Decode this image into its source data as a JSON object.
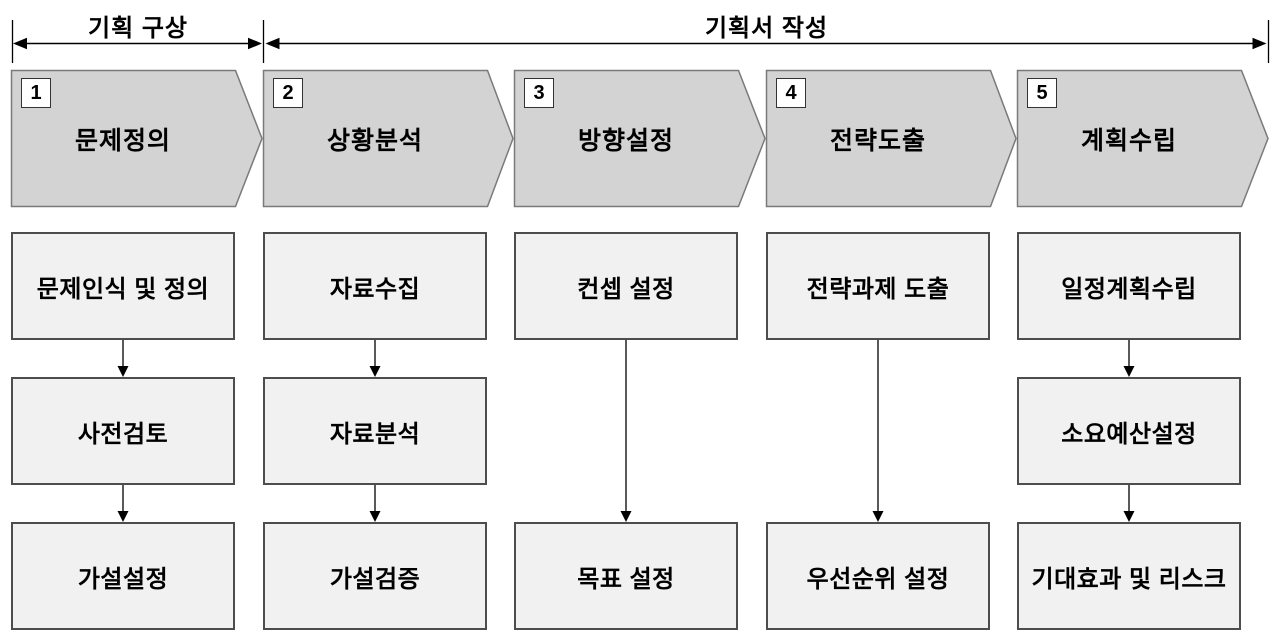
{
  "diagram": {
    "phase_bar": {
      "left_label": "기획 구상",
      "right_label": "기획서 작성"
    },
    "columns": [
      {
        "number": "1",
        "title": "문제정의",
        "task1": "문제인식 및 정의",
        "task2": "사전검토",
        "task3": "가설설정"
      },
      {
        "number": "2",
        "title": "상황분석",
        "task1": "자료수집",
        "task2": "자료분석",
        "task3": "가설검증"
      },
      {
        "number": "3",
        "title": "방향설정",
        "task1": "컨셉 설정",
        "task3": "목표 설정"
      },
      {
        "number": "4",
        "title": "전략도출",
        "task1": "전략과제 도출",
        "task3": "우선순위 설정"
      },
      {
        "number": "5",
        "title": "계획수립",
        "task1": "일정계획수립",
        "task2": "소요예산설정",
        "task3": "기대효과 및 리스크"
      }
    ],
    "colors": {
      "chevron_fill": "#d3d3d3",
      "chevron_border": "#7a7a7a",
      "task_box_fill": "#f1f1f1",
      "task_box_border": "#4d4d4d",
      "badge_fill": "#ffffff",
      "line_color": "#000000",
      "text_color": "#000000"
    }
  }
}
